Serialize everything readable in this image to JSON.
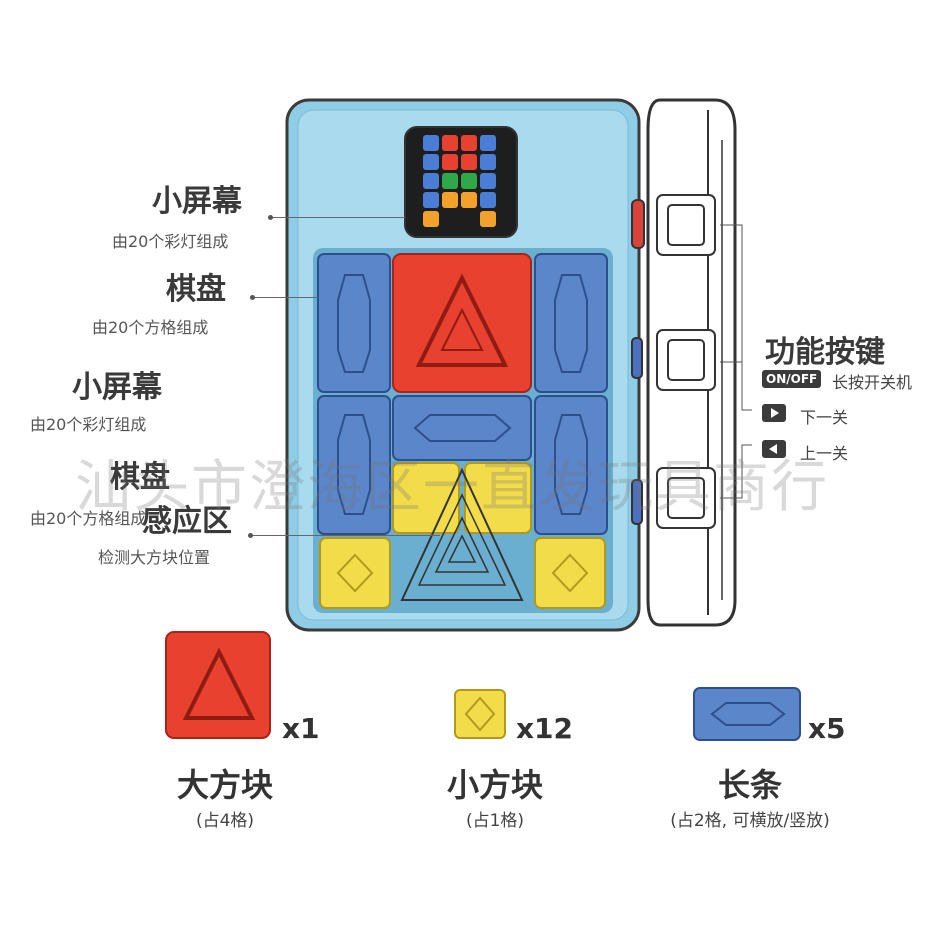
{
  "labels": {
    "screen1": {
      "title": "小屏幕",
      "sub": "由20个彩灯组成"
    },
    "board1": {
      "title": "棋盘",
      "sub": "由20个方格组成"
    },
    "screen2": {
      "title": "小屏幕",
      "sub": "由20个彩灯组成"
    },
    "board2": {
      "title": "棋盘",
      "sub": "由20个方格组成"
    },
    "sensor": {
      "title": "感应区",
      "sub": "检测大方块位置"
    }
  },
  "buttons": {
    "title": "功能按键",
    "on_off_badge": "ON/OFF",
    "on_off_text": "长按开关机",
    "next_text": "下一关",
    "prev_text": "上一关"
  },
  "pieces": [
    {
      "name": "大方块",
      "note": "(占4格)",
      "count": "x1"
    },
    {
      "name": "小方块",
      "note": "(占1格)",
      "count": "x12"
    },
    {
      "name": "长条",
      "note": "(占2格, 可横放/竖放)",
      "count": "x5"
    }
  ],
  "watermark": "汕头市澄海区一直发玩具商行",
  "colors": {
    "body": "#8fcde6",
    "red": "#e8412f",
    "blue": "#5b86c9",
    "yellow": "#f2dc4a"
  }
}
